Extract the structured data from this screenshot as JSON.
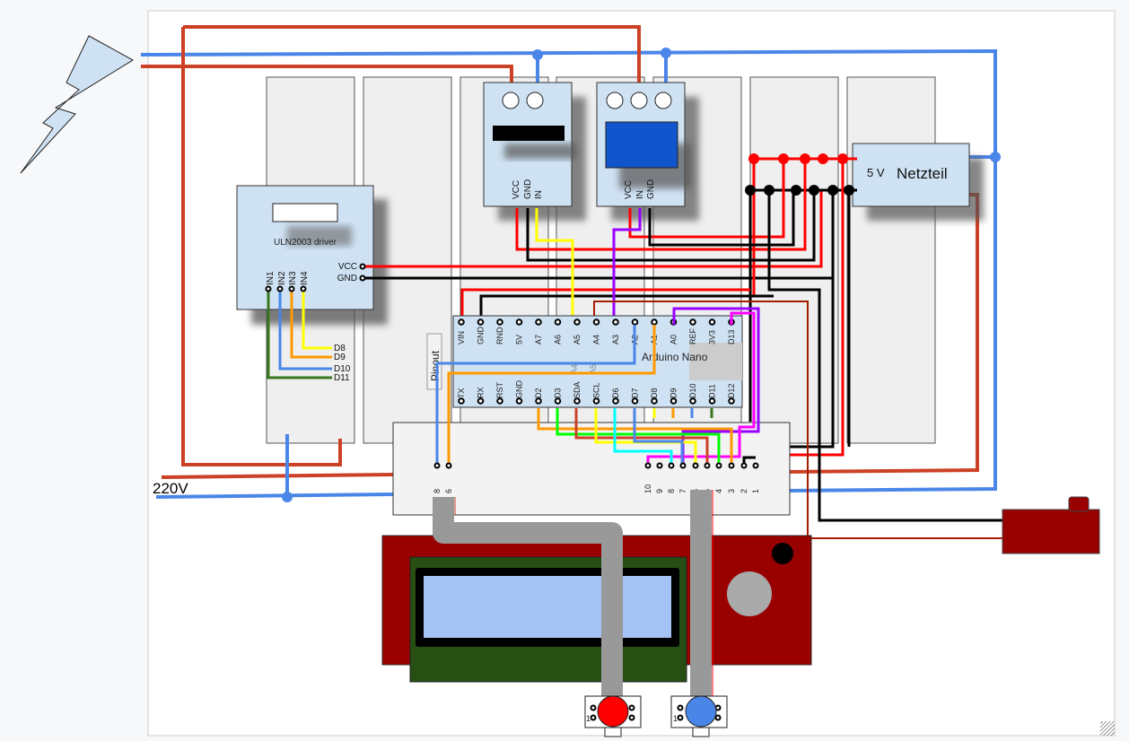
{
  "diagram": {
    "power_label": "220V",
    "uln2003": {
      "title": "ULN2003 driver",
      "inputs": [
        "IN1",
        "IN2",
        "IN3",
        "IN4"
      ],
      "power_pins": [
        "VCC",
        "GND"
      ],
      "wire_labels": [
        "D8",
        "D9",
        "D10",
        "D11"
      ]
    },
    "relay1": {
      "pins": [
        "VCC",
        "GND",
        "IN"
      ]
    },
    "relay2": {
      "pins": [
        "VCC",
        "IN",
        "GND"
      ]
    },
    "psu": {
      "voltage": "5 V",
      "title": "Netzteil"
    },
    "arduino": {
      "title": "Arduino Nano",
      "pinout_button": "Pinout",
      "top_pins": [
        "VIN",
        "GND",
        "RND",
        "5V",
        "A7",
        "A6",
        "A5",
        "A4",
        "A3",
        "A2",
        "A1",
        "A0",
        "REF",
        "3V3",
        "D13"
      ],
      "bottom_pins": [
        "TX",
        "RX",
        "RST",
        "GND",
        "D2",
        "D3",
        "SDA",
        "SCL",
        "D6",
        "D7",
        "D8",
        "D9",
        "D10",
        "D11",
        "D12"
      ],
      "faint_labels": [
        "A4",
        "A5"
      ]
    },
    "connector": {
      "left_pins": [
        "8",
        "6"
      ],
      "right_pins": [
        "10",
        "9",
        "8",
        "7",
        "6",
        "5",
        "4",
        "3",
        "2",
        "1"
      ]
    },
    "button_labels": [
      "1",
      "1"
    ],
    "colors": {
      "live": "#cc4125",
      "neutral": "#4a86e8",
      "vcc": "#ff0000",
      "gnd": "#000000",
      "module_fill": "#cfe2f3",
      "rail_fill": "#efefef",
      "lcd_board": "#990000",
      "lcd_pcb": "#274e13",
      "lcd_screen": "#a4c2f4",
      "ribbon": "#999999"
    }
  }
}
